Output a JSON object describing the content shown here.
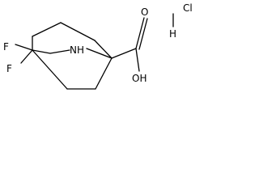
{
  "molecule": {
    "atoms": {
      "f_top": "F",
      "f_bottom": "F",
      "nh": "NH",
      "carbonyl_o": "O",
      "hydroxyl": "OH",
      "hcl_cl": "Cl",
      "hcl_h": "H"
    }
  }
}
